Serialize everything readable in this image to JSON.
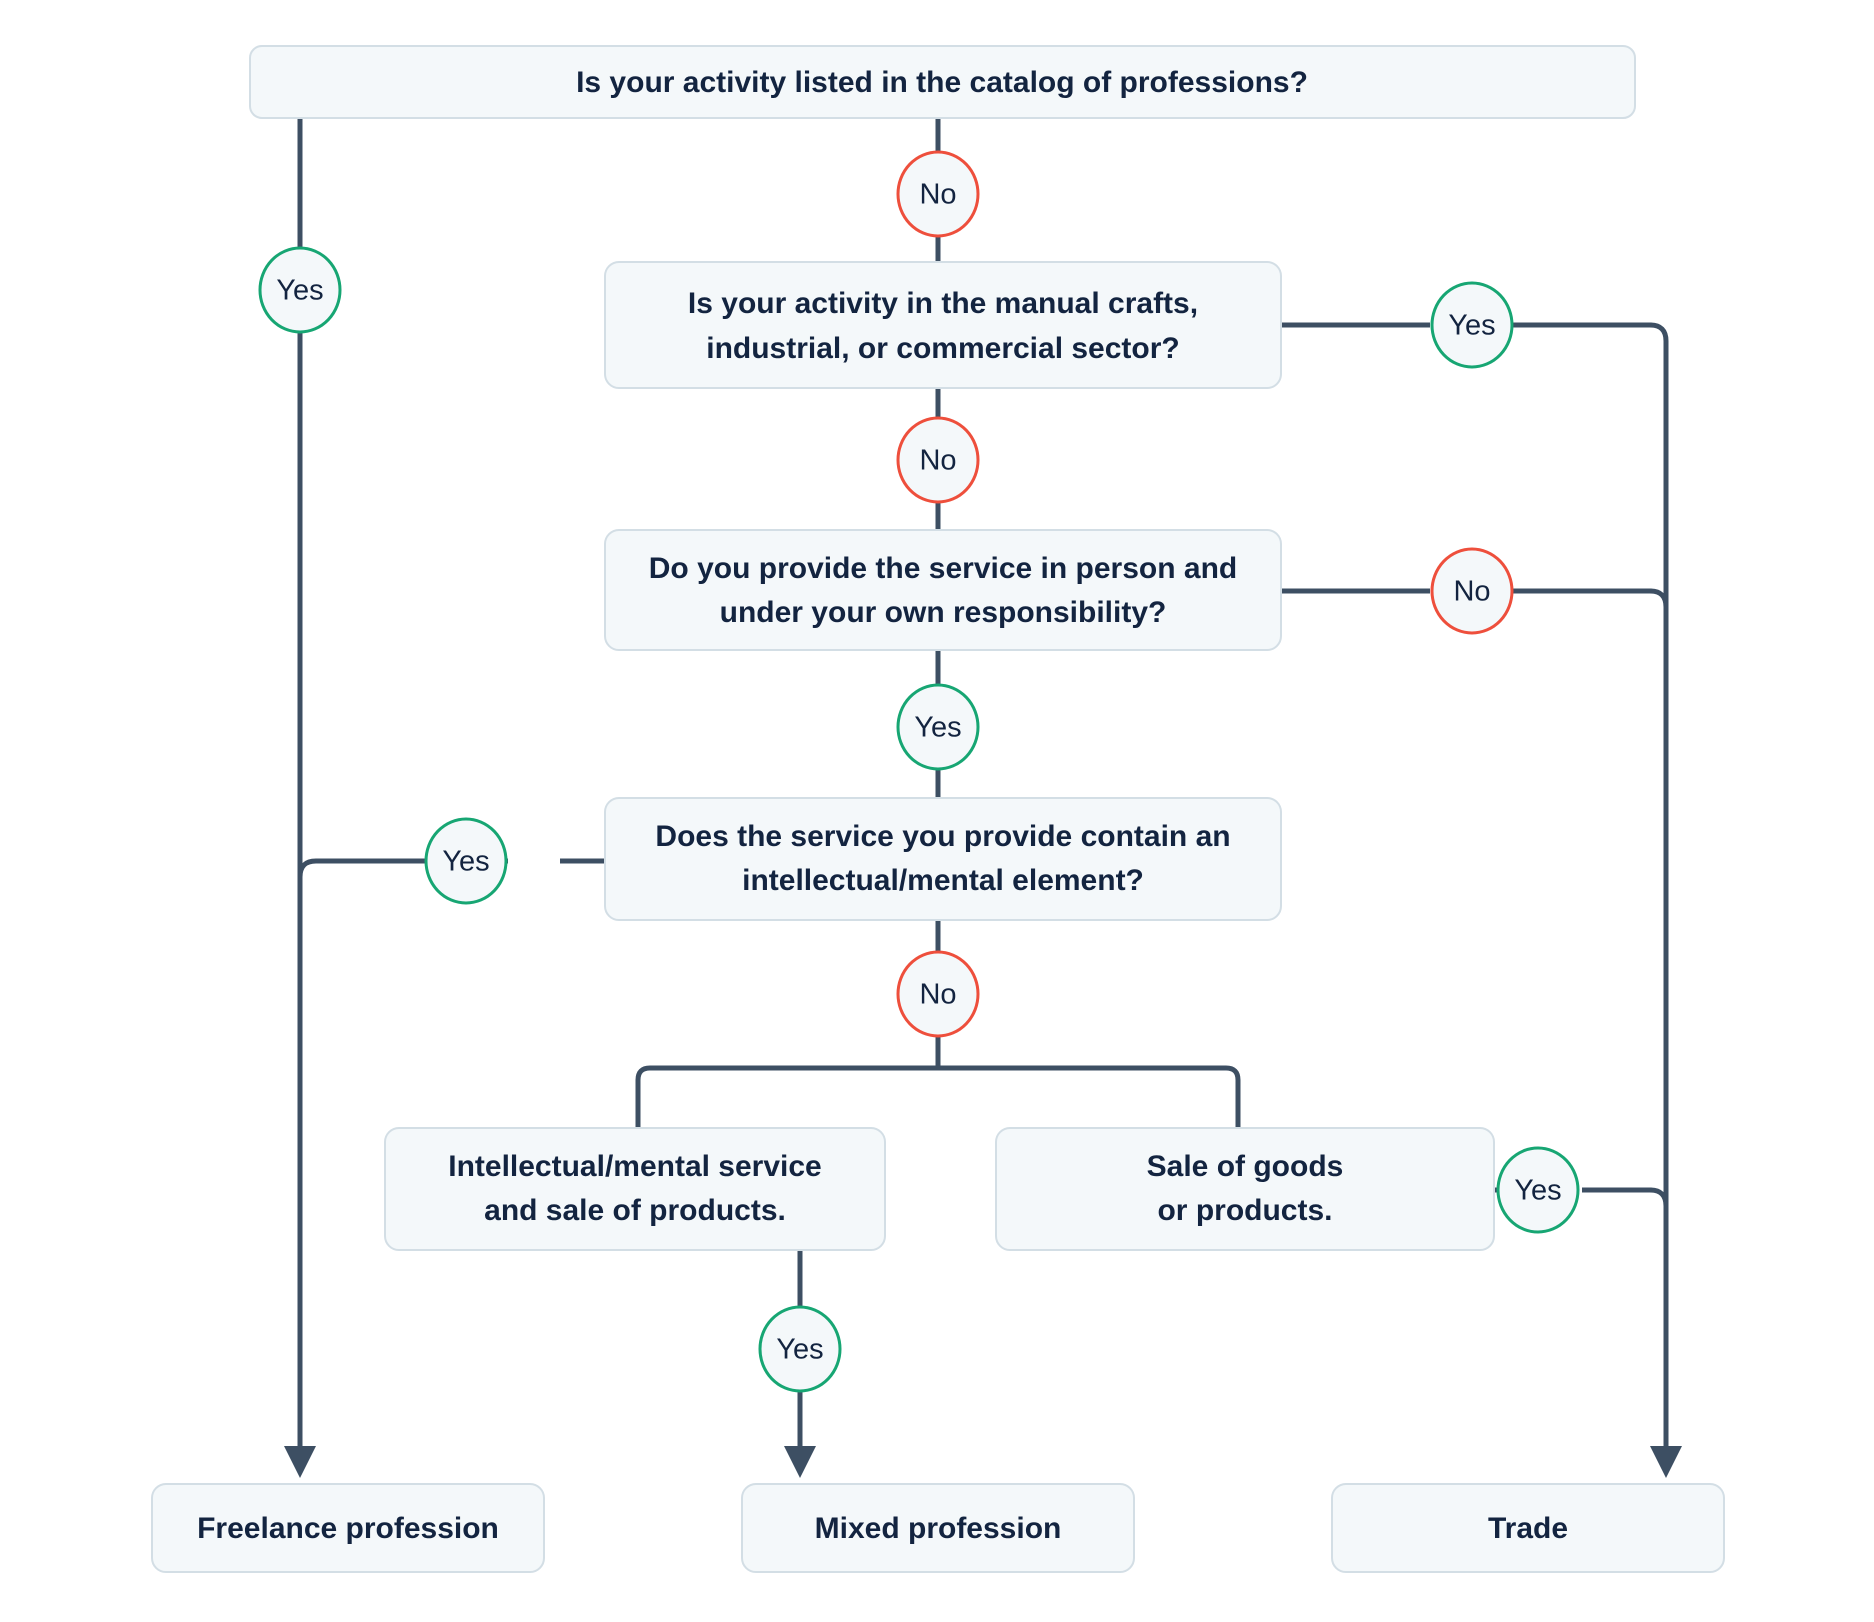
{
  "diagram": {
    "title": "Profession classification decision flowchart",
    "colors": {
      "node_fill": "#f4f8fa",
      "node_border": "#d3dee5",
      "edge": "#3d4f63",
      "text": "#132440",
      "yes_accent": "#17a673",
      "no_accent": "#ee4f3c",
      "background": "#ffffff"
    },
    "nodes": {
      "q1": {
        "id": "q1",
        "type": "decision",
        "lines": [
          "Is your activity listed in the catalog of professions?"
        ]
      },
      "q2": {
        "id": "q2",
        "type": "decision",
        "lines": [
          "Is your activity in the manual crafts,",
          "industrial, or commercial sector?"
        ]
      },
      "q3": {
        "id": "q3",
        "type": "decision",
        "lines": [
          "Do you provide the service in person and",
          "under your own responsibility?"
        ]
      },
      "q4": {
        "id": "q4",
        "type": "decision",
        "lines": [
          "Does the service you provide contain an",
          "intellectual/mental element?"
        ]
      },
      "opt_mixed": {
        "id": "opt_mixed",
        "type": "option",
        "lines": [
          "Intellectual/mental service",
          "and sale of products."
        ]
      },
      "opt_goods": {
        "id": "opt_goods",
        "type": "option",
        "lines": [
          "Sale of goods",
          "or products."
        ]
      },
      "out_freelance": {
        "id": "out_freelance",
        "type": "terminal",
        "lines": [
          "Freelance profession"
        ]
      },
      "out_mixed": {
        "id": "out_mixed",
        "type": "terminal",
        "lines": [
          "Mixed profession"
        ]
      },
      "out_trade": {
        "id": "out_trade",
        "type": "terminal",
        "lines": [
          "Trade"
        ]
      }
    },
    "badges": [
      {
        "id": "badge-q1-yes",
        "label": "Yes",
        "kind": "yes",
        "from": "q1",
        "to": "out_freelance"
      },
      {
        "id": "badge-q1-no",
        "label": "No",
        "kind": "no",
        "from": "q1",
        "to": "q2"
      },
      {
        "id": "badge-q2-yes",
        "label": "Yes",
        "kind": "yes",
        "from": "q2",
        "to": "out_trade"
      },
      {
        "id": "badge-q2-no",
        "label": "No",
        "kind": "no",
        "from": "q2",
        "to": "q3"
      },
      {
        "id": "badge-q3-no",
        "label": "No",
        "kind": "no",
        "from": "q3",
        "to": "out_trade"
      },
      {
        "id": "badge-q3-yes",
        "label": "Yes",
        "kind": "yes",
        "from": "q3",
        "to": "q4"
      },
      {
        "id": "badge-q4-yes",
        "label": "Yes",
        "kind": "yes",
        "from": "q4",
        "to": "out_freelance"
      },
      {
        "id": "badge-q4-no",
        "label": "No",
        "kind": "no",
        "from": "q4",
        "to": "options"
      },
      {
        "id": "badge-optmixed-yes",
        "label": "Yes",
        "kind": "yes",
        "from": "opt_mixed",
        "to": "out_mixed"
      },
      {
        "id": "badge-optgoods-yes",
        "label": "Yes",
        "kind": "yes",
        "from": "opt_goods",
        "to": "out_trade"
      }
    ]
  }
}
